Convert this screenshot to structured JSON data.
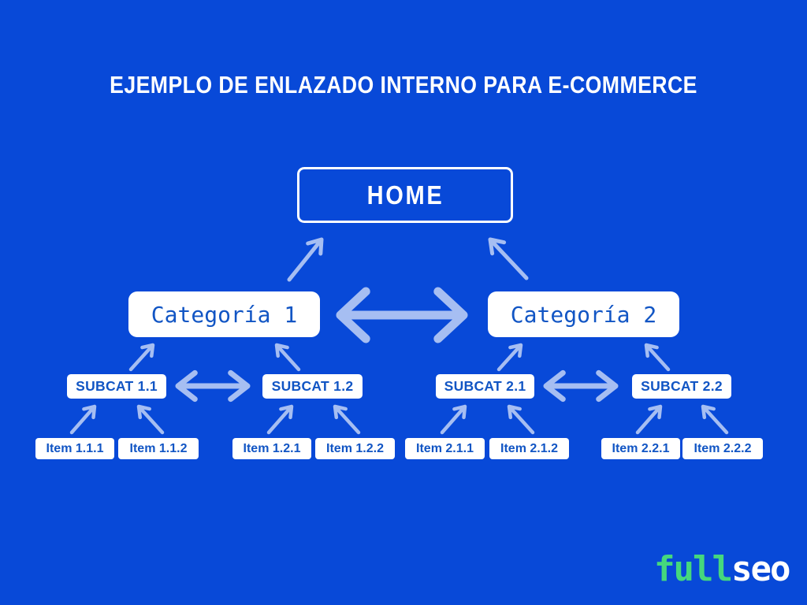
{
  "title": "EJEMPLO DE ENLAZADO INTERNO PARA E-COMMERCE",
  "colors": {
    "background": "#0849d8",
    "arrow": "#a6bef2",
    "box_fill": "#ffffff",
    "box_text": "#1155c4",
    "title_text": "#ffffff",
    "logo_green": "#45d87d",
    "logo_white": "#ffffff"
  },
  "diagram": {
    "home": {
      "label": "HOME"
    },
    "categories": [
      {
        "label": "Categoría 1"
      },
      {
        "label": "Categoría 2"
      }
    ],
    "subcategories": [
      {
        "label": "SUBCAT 1.1"
      },
      {
        "label": "SUBCAT 1.2"
      },
      {
        "label": "SUBCAT 2.1"
      },
      {
        "label": "SUBCAT 2.2"
      }
    ],
    "items": [
      {
        "label": "Item 1.1.1"
      },
      {
        "label": "Item 1.1.2"
      },
      {
        "label": "Item 1.2.1"
      },
      {
        "label": "Item 1.2.2"
      },
      {
        "label": "Item 2.1.1"
      },
      {
        "label": "Item 2.1.2"
      },
      {
        "label": "Item 2.2.1"
      },
      {
        "label": "Item 2.2.2"
      }
    ]
  },
  "logo": {
    "part1": "full",
    "part2": "seo"
  }
}
